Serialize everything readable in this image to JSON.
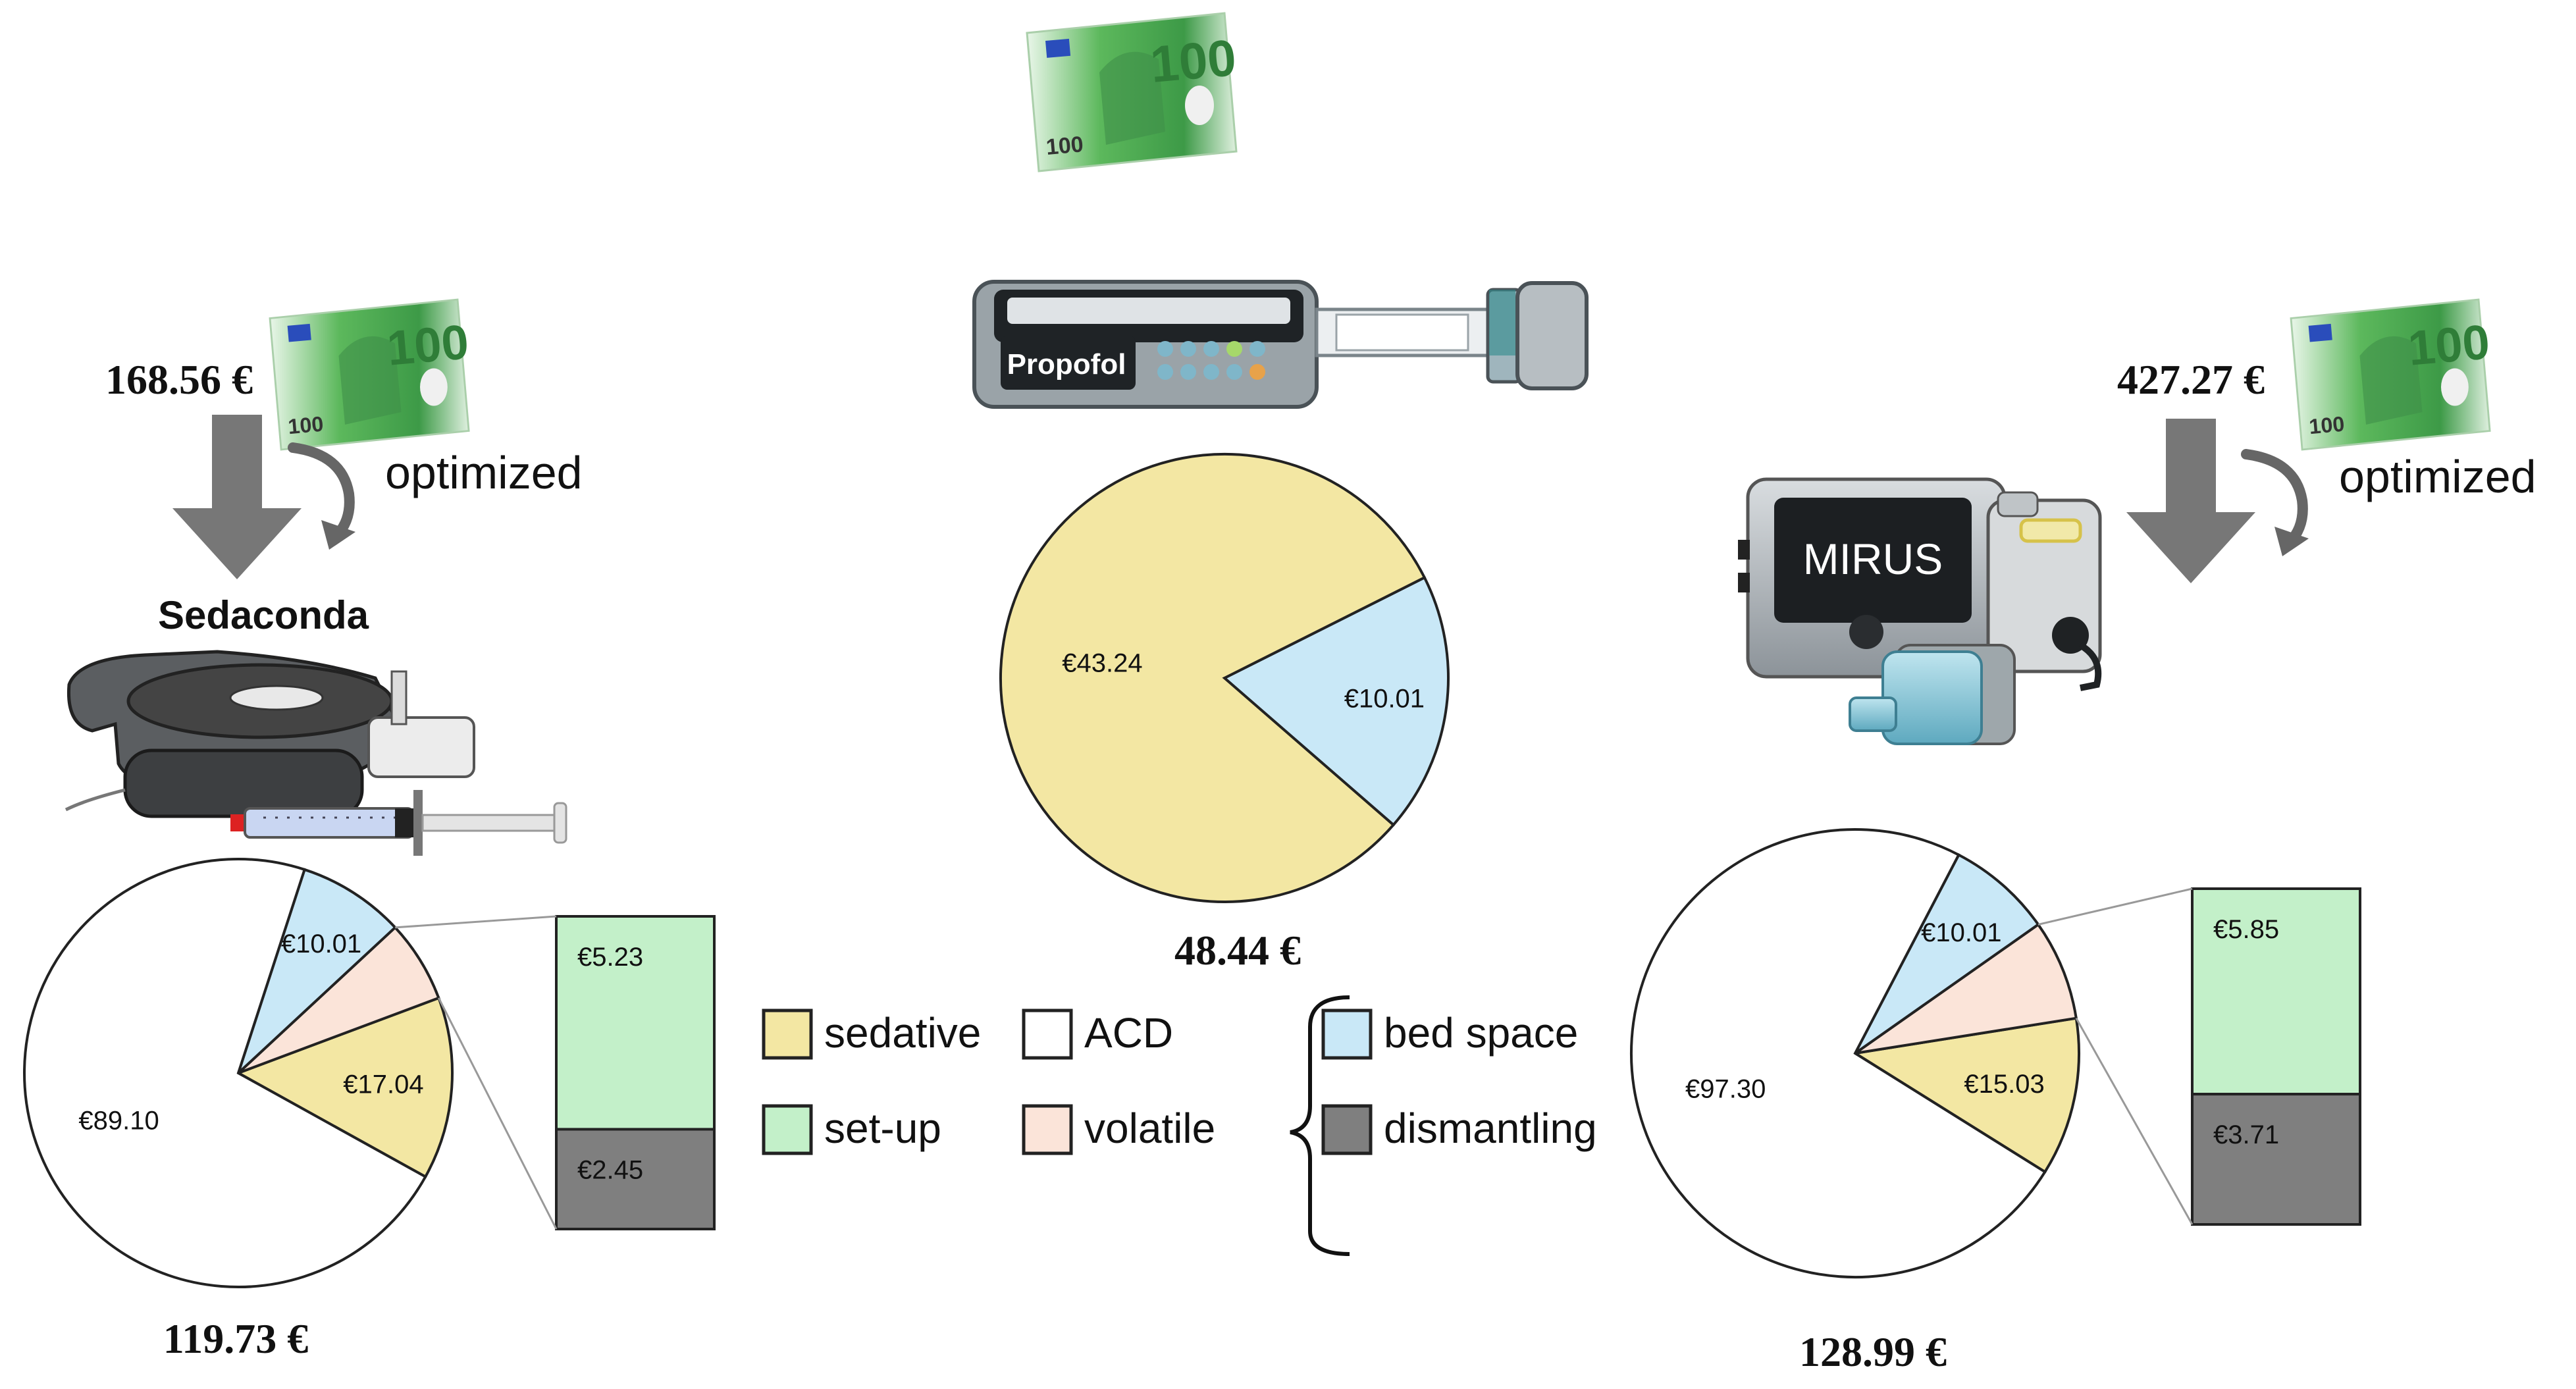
{
  "colors": {
    "sedative": "#f3e7a3",
    "acd": "#ffffff",
    "volatile": "#fbe4d9",
    "bed_space": "#c9e8f7",
    "set_up": "#c3f0c9",
    "dismantling": "#7f7f7f",
    "arrow": "#777777",
    "outline": "#111111",
    "banknote": "#4caf50"
  },
  "left_panel": {
    "initial_cost": "168.56 €",
    "optimized_label": "optimized",
    "device_label": "Sedaconda",
    "total_cost": "119.73 €",
    "icons": [
      "banknote-icon",
      "down-arrow-icon",
      "curved-arrow-icon",
      "sedaconda-device-icon",
      "syringe-icon"
    ]
  },
  "center_panel": {
    "pump_label": "Propofol",
    "total_cost": "48.44 €",
    "icons": [
      "banknote-icon",
      "syringe-pump-icon"
    ]
  },
  "right_panel": {
    "initial_cost": "427.27 €",
    "optimized_label": "optimized",
    "device_label": "MIRUS",
    "total_cost": "128.99 €",
    "icons": [
      "banknote-icon",
      "down-arrow-icon",
      "curved-arrow-icon",
      "mirus-device-icon"
    ]
  },
  "legend": {
    "items": [
      {
        "key": "sedative",
        "label": "sedative"
      },
      {
        "key": "acd",
        "label": "ACD"
      },
      {
        "key": "set_up",
        "label": "set-up"
      },
      {
        "key": "volatile",
        "label": "volatile"
      },
      {
        "key": "bed_space",
        "label": "bed space"
      },
      {
        "key": "dismantling",
        "label": "dismantling"
      }
    ]
  },
  "chart_data": [
    {
      "type": "pie",
      "id": "sedaconda",
      "slices": [
        {
          "key": "acd",
          "value": 89.1,
          "label": "€89.10"
        },
        {
          "key": "bed_space",
          "value": 10.01,
          "label": "€10.01"
        },
        {
          "key": "volatile",
          "value": 7.68,
          "label": ""
        },
        {
          "key": "sedative",
          "value": 17.04,
          "label": "€17.04"
        }
      ],
      "breakdown_of": "volatile",
      "breakdown": [
        {
          "key": "set_up",
          "value": 5.23,
          "label": "€5.23"
        },
        {
          "key": "dismantling",
          "value": 2.45,
          "label": "€2.45"
        }
      ],
      "total": "119.73 €"
    },
    {
      "type": "pie",
      "id": "propofol",
      "slices": [
        {
          "key": "sedative",
          "value": 43.24,
          "label": "€43.24"
        },
        {
          "key": "bed_space",
          "value": 10.01,
          "label": "€10.01"
        }
      ],
      "total": "48.44 €"
    },
    {
      "type": "pie",
      "id": "mirus",
      "slices": [
        {
          "key": "acd",
          "value": 97.3,
          "label": "€97.30"
        },
        {
          "key": "bed_space",
          "value": 10.01,
          "label": "€10.01"
        },
        {
          "key": "volatile",
          "value": 9.56,
          "label": ""
        },
        {
          "key": "sedative",
          "value": 15.03,
          "label": "€15.03"
        }
      ],
      "breakdown_of": "volatile",
      "breakdown": [
        {
          "key": "set_up",
          "value": 5.85,
          "label": "€5.85"
        },
        {
          "key": "dismantling",
          "value": 3.71,
          "label": "€3.71"
        }
      ],
      "total": "128.99 €"
    }
  ]
}
